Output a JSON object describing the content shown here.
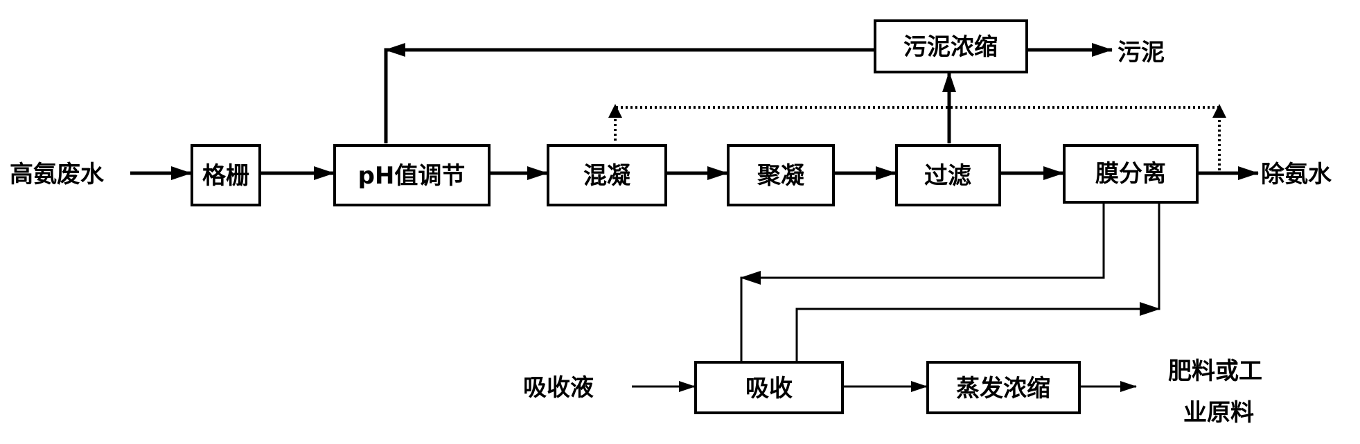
{
  "nodes": {
    "input_wastewater": "高氨废水",
    "grille": "格栅",
    "ph_adjust": "pH值调节",
    "coagulation": "混凝",
    "flocculation": "聚凝",
    "filtration": "过滤",
    "membrane": "膜分离",
    "output_water": "除氨水",
    "sludge_conc": "污泥浓缩",
    "sludge": "污泥",
    "absorbent": "吸收液",
    "absorption": "吸收",
    "evap_conc": "蒸发浓缩",
    "product_line1": "肥料或工",
    "product_line2": "业原料"
  },
  "colors": {
    "stroke": "#000000",
    "fill": "#ffffff"
  }
}
